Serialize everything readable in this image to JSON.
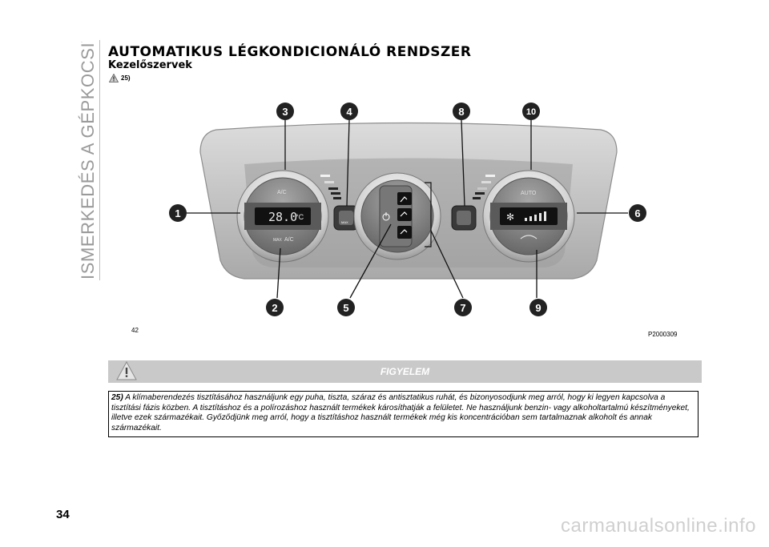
{
  "side_title": "ISMERKEDÉS A GÉPKOCSIVAL",
  "title": "AUTOMATIKUS LÉGKONDICIONÁLÓ RENDSZER",
  "subtitle": "Kezelőszervek",
  "warning_ref": "25)",
  "figure": {
    "number_left": "42",
    "code_right": "P2000309",
    "callouts": [
      "1",
      "2",
      "3",
      "4",
      "5",
      "6",
      "7",
      "8",
      "9",
      "10"
    ],
    "display_temp": "28.0",
    "display_unit": "°C",
    "knob_labels": {
      "left_top": "A/C",
      "left_bottom_prefix": "MAX",
      "left_bottom": "A/C",
      "right_top": "AUTO",
      "max_button": "MAX"
    },
    "colors": {
      "callout_bg": "#222222",
      "panel": "#c8c8c8"
    }
  },
  "warning_header": "FIGYELEM",
  "warning": {
    "number": "25)",
    "text": "A klímaberendezés tisztításához használjunk egy puha, tiszta, száraz és antisztatikus ruhát, és bizonyosodjunk meg arról, hogy ki legyen kapcsolva a tisztítási fázis közben. A tisztításhoz és a polírozáshoz használt termékek károsíthatják a felületet. Ne használjunk benzin- vagy alkoholtartalmú készítményeket, illetve ezek származékait. Győződjünk meg arról, hogy a tisztításhoz használt termékek még kis koncentrációban sem tartalmaznak alkoholt és annak származékait."
  },
  "page_number": "34",
  "watermark": "carmanualsonline.info"
}
